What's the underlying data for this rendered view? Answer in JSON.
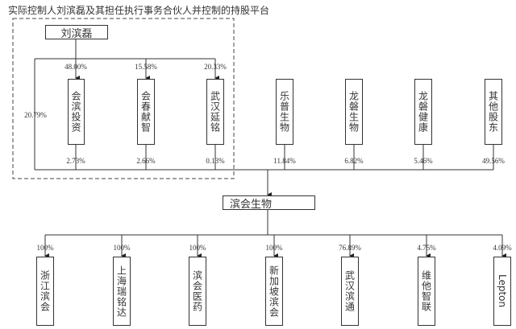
{
  "title": "实际控制人刘滨磊及其担任执行事务合伙人并控制的持股平台",
  "controller": "刘滨磊",
  "controller_direct_pct": "20.79%",
  "platforms": [
    {
      "name": "会滨投资",
      "in_pct": "48.00%",
      "out_pct": "2.73%"
    },
    {
      "name": "会春献智",
      "in_pct": "15.58%",
      "out_pct": "2.66%"
    },
    {
      "name": "武汉延铭",
      "in_pct": "20.33%",
      "out_pct": "0.13%"
    }
  ],
  "other_holders": [
    {
      "name": "乐普生物",
      "pct": "11.84%"
    },
    {
      "name": "龙磐生物",
      "pct": "6.82%"
    },
    {
      "name": "龙磐健康",
      "pct": "5.46%"
    },
    {
      "name": "其他股东",
      "pct": "49.56%"
    }
  ],
  "company": "滨会生物",
  "subsidiaries": [
    {
      "name": "浙江滨会",
      "pct": "100%"
    },
    {
      "name": "上海瑞铭达",
      "pct": "100%"
    },
    {
      "name": "滨会医药",
      "pct": "100%"
    },
    {
      "name": "新加坡滨会",
      "pct": "100%"
    },
    {
      "name": "武汉滨通",
      "pct": "76.89%"
    },
    {
      "name": "维他智联",
      "pct": "4.75%"
    },
    {
      "name": "Lepton",
      "pct": "4.09%"
    }
  ]
}
